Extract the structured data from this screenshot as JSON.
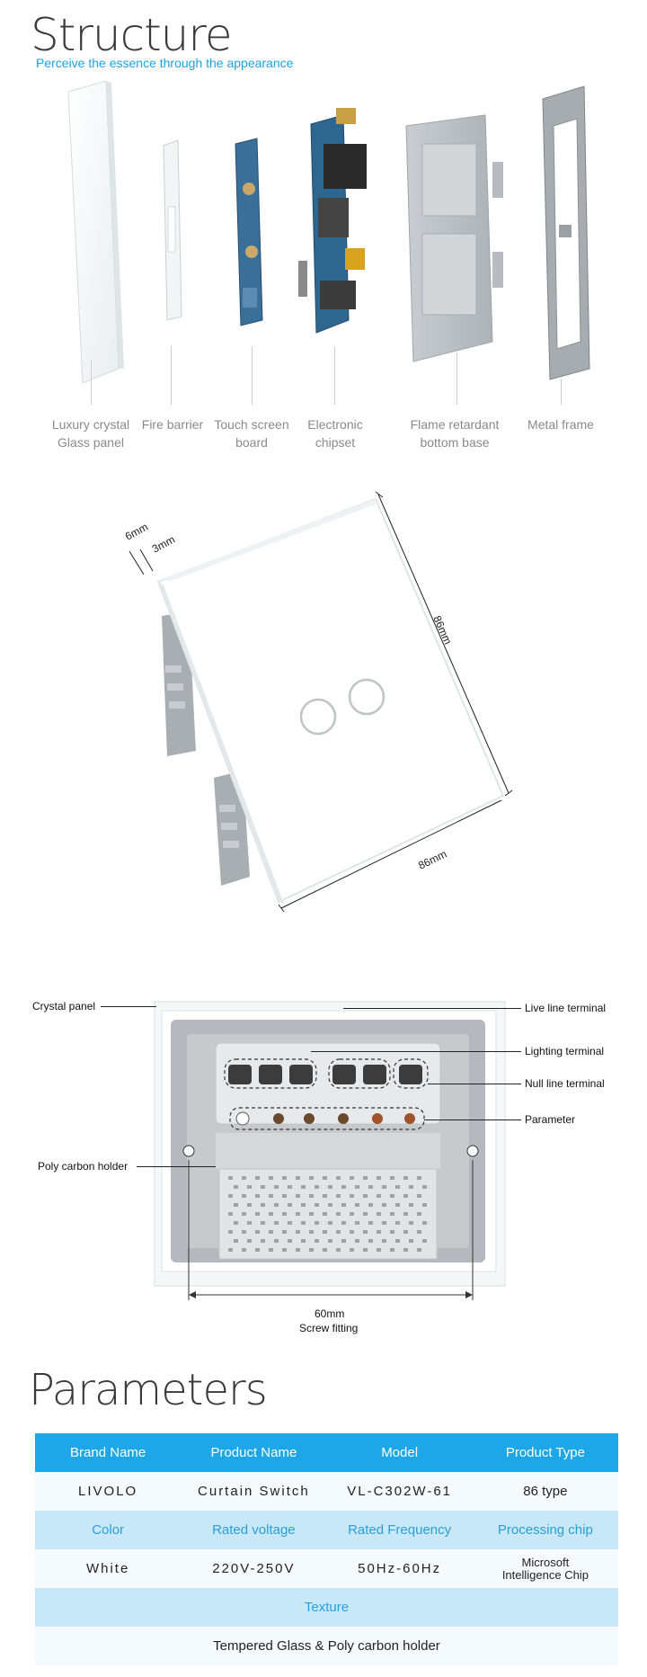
{
  "structure": {
    "title": "Structure",
    "subtitle": "Perceive the essence  through the appearance",
    "parts": [
      {
        "line1": "Luxury crystal",
        "line2": "Glass panel"
      },
      {
        "line1": "Fire barrier",
        "line2": ""
      },
      {
        "line1": "Touch screen",
        "line2": "board"
      },
      {
        "line1": "Electronic",
        "line2": "chipset"
      },
      {
        "line1": "Flame retardant",
        "line2": "bottom base"
      },
      {
        "line1": "Metal frame",
        "line2": ""
      }
    ]
  },
  "dimensions": {
    "thickness_outer": "6mm",
    "thickness_inner": "3mm",
    "height": "86mm",
    "width": "86mm"
  },
  "back_view": {
    "crystal_panel": "Crystal panel",
    "poly_carbon_holder": "Poly carbon holder",
    "live_line_terminal": "Live line terminal",
    "lighting_terminal": "Lighting terminal",
    "null_line_terminal": "Null line terminal",
    "parameter": "Parameter",
    "screw_distance": "60mm",
    "screw_fitting": "Screw fitting"
  },
  "parameters": {
    "title": "Parameters",
    "header1": [
      "Brand Name",
      "Product Name",
      "Model",
      "Product Type"
    ],
    "values1": [
      "LIVOLO",
      "Curtain Switch",
      "VL-C302W-61",
      "86 type"
    ],
    "header2": [
      "Color",
      "Rated voltage",
      "Rated Frequency",
      "Processing chip"
    ],
    "values2": [
      "White",
      "220V-250V",
      "50Hz-60Hz"
    ],
    "chip_line1": "Microsoft",
    "chip_line2": "Intelligence Chip",
    "texture_label": "Texture",
    "texture_value": "Tempered Glass & Poly carbon holder"
  },
  "colors": {
    "accent": "#1da7e8",
    "label_band": "#c8e7f7",
    "value_band": "#f4fafd"
  }
}
